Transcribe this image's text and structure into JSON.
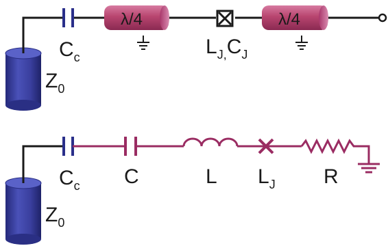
{
  "colors": {
    "wire": "#1a1a1a",
    "magenta": "#9a2c62",
    "cylinder_blue": "#3a3f9e",
    "coupler_blue": "#2a2f8a",
    "resonator_fill": "#b8456f"
  },
  "top_circuit": {
    "coupling_capacitor": {
      "main": "C",
      "sub": "c"
    },
    "resonator_left": {
      "label": "λ/4",
      "icon": "ground-icon"
    },
    "junction": {
      "icon": "boxed-x-junction-icon",
      "label_a": "L",
      "sub_a": "J,",
      "label_b": "C",
      "sub_b": "J"
    },
    "resonator_right": {
      "label": "λ/4",
      "icon": "ground-icon"
    },
    "output": {
      "icon": "open-terminal-icon"
    },
    "feedline": {
      "main": "Z",
      "sub": "0",
      "icon": "cylinder-icon"
    }
  },
  "bottom_circuit": {
    "coupling_capacitor": {
      "main": "C",
      "sub": "c"
    },
    "capacitor": {
      "label": "C"
    },
    "inductor": {
      "label": "L"
    },
    "junction": {
      "main": "L",
      "sub": "J",
      "icon": "cross-junction-icon"
    },
    "resistor": {
      "label": "R"
    },
    "ground": {
      "icon": "ground-icon"
    },
    "feedline": {
      "main": "Z",
      "sub": "0",
      "icon": "cylinder-icon"
    }
  }
}
